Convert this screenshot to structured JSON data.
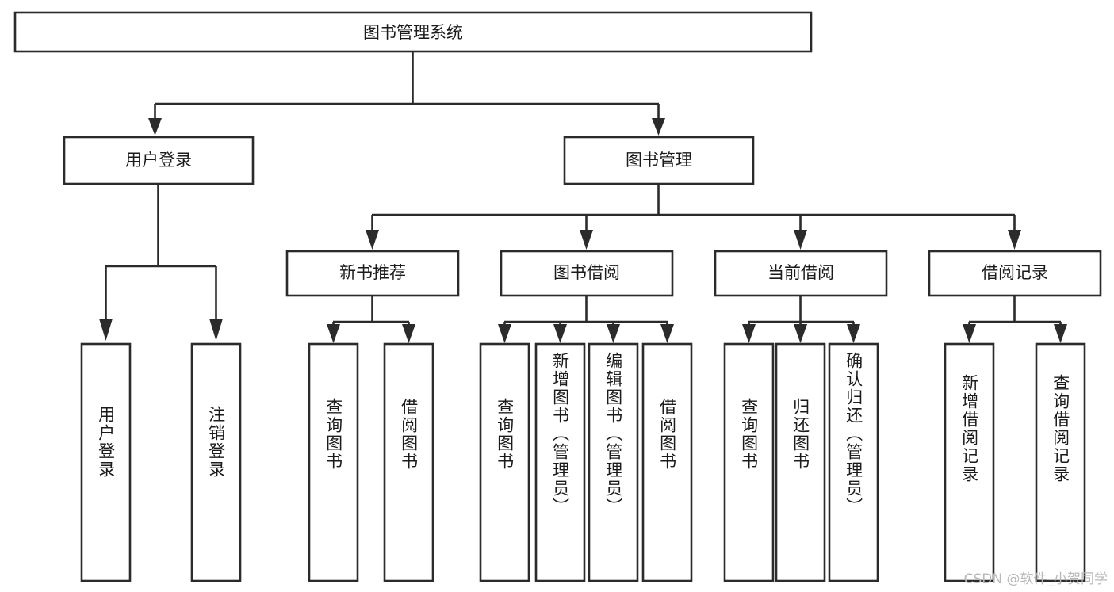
{
  "diagram": {
    "title": "图书管理系统",
    "type": "tree",
    "orientation": "top-down",
    "colors": {
      "box_stroke": "#2b2b2b",
      "box_fill": "#ffffff",
      "text": "#1b1b1b",
      "connector": "#2b2b2b",
      "background": "#ffffff",
      "watermark": "#b8b8b8"
    },
    "root": {
      "id": "root",
      "label": "图书管理系统",
      "orientation": "horizontal"
    },
    "level2": [
      {
        "id": "user-login",
        "label": "用户登录",
        "orientation": "horizontal"
      },
      {
        "id": "book-manage",
        "label": "图书管理",
        "orientation": "horizontal"
      }
    ],
    "level3": [
      {
        "id": "new-book-recommend",
        "label": "新书推荐",
        "orientation": "horizontal",
        "parent": "book-manage"
      },
      {
        "id": "book-borrow",
        "label": "图书借阅",
        "orientation": "horizontal",
        "parent": "book-manage"
      },
      {
        "id": "current-borrow",
        "label": "当前借阅",
        "orientation": "horizontal",
        "parent": "book-manage"
      },
      {
        "id": "borrow-record",
        "label": "借阅记录",
        "orientation": "horizontal",
        "parent": "book-manage"
      }
    ],
    "leaves": [
      {
        "id": "leaf-user-login",
        "label": "用户登录",
        "orientation": "vertical",
        "parent": "user-login"
      },
      {
        "id": "leaf-logout",
        "label": "注销登录",
        "orientation": "vertical",
        "parent": "user-login"
      },
      {
        "id": "leaf-query-book-1",
        "label": "查询图书",
        "orientation": "vertical",
        "parent": "new-book-recommend"
      },
      {
        "id": "leaf-borrow-book-1",
        "label": "借阅图书",
        "orientation": "vertical",
        "parent": "new-book-recommend"
      },
      {
        "id": "leaf-query-book-2",
        "label": "查询图书",
        "orientation": "vertical",
        "parent": "book-borrow"
      },
      {
        "id": "leaf-add-book",
        "label": "新增图书（管理员）",
        "orientation": "vertical",
        "parent": "book-borrow"
      },
      {
        "id": "leaf-edit-book",
        "label": "编辑图书（管理员）",
        "orientation": "vertical",
        "parent": "book-borrow"
      },
      {
        "id": "leaf-borrow-book-2",
        "label": "借阅图书",
        "orientation": "vertical",
        "parent": "book-borrow"
      },
      {
        "id": "leaf-query-book-3",
        "label": "查询图书",
        "orientation": "vertical",
        "parent": "current-borrow"
      },
      {
        "id": "leaf-return-book",
        "label": "归还图书",
        "orientation": "vertical",
        "parent": "current-borrow"
      },
      {
        "id": "leaf-confirm-return",
        "label": "确认归还（管理员）",
        "orientation": "vertical",
        "parent": "current-borrow"
      },
      {
        "id": "leaf-add-record",
        "label": "新增借阅记录",
        "orientation": "vertical",
        "parent": "borrow-record"
      },
      {
        "id": "leaf-query-record",
        "label": "查询借阅记录",
        "orientation": "vertical",
        "parent": "borrow-record"
      }
    ],
    "watermark": "CSDN @软件_小贺同学"
  }
}
